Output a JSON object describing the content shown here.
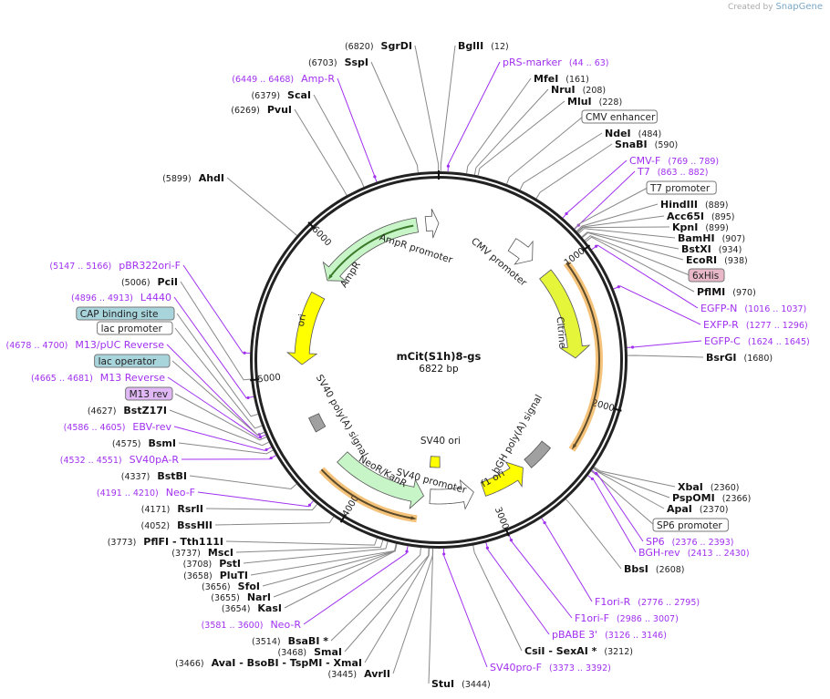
{
  "credit": {
    "prefix": "Created by",
    "brand": "SnapGene"
  },
  "plasmid": {
    "name": "mCit(S1h)8-gs",
    "length": "6822 bp",
    "total_bp": 6822
  },
  "ticks": [
    "1000",
    "2000",
    "3000",
    "4000",
    "5000",
    "6000"
  ],
  "colors": {
    "primer": "#a030f0",
    "ring": "#222222",
    "orange": "#f5c27a",
    "green": "#c8f5c8",
    "yellow": "#ffff00",
    "citrine": "#e5f53a",
    "gray": "#a0a0a0"
  },
  "labels": [
    {
      "kind": "enzyme",
      "name": "SgrDI",
      "loc": "(6820)",
      "bp": 6820
    },
    {
      "kind": "enzyme",
      "name": "BglII",
      "loc": "(12)",
      "bp": 12
    },
    {
      "kind": "primer",
      "name": "pRS-marker",
      "loc": "(44 .. 63)",
      "bp": 53
    },
    {
      "kind": "enzyme",
      "name": "MfeI",
      "loc": "(161)",
      "bp": 161
    },
    {
      "kind": "enzyme",
      "name": "NruI",
      "loc": "(208)",
      "bp": 208
    },
    {
      "kind": "enzyme",
      "name": "MluI",
      "loc": "(228)",
      "bp": 228
    },
    {
      "kind": "feature",
      "name": "CMV enhancer",
      "color": "#ffffff"
    },
    {
      "kind": "enzyme",
      "name": "NdeI",
      "loc": "(484)",
      "bp": 484
    },
    {
      "kind": "enzyme",
      "name": "SnaBI",
      "loc": "(590)",
      "bp": 590
    },
    {
      "kind": "primer",
      "name": "CMV-F",
      "loc": "(769 .. 789)",
      "bp": 779
    },
    {
      "kind": "primer",
      "name": "T7",
      "loc": "(863 .. 882)",
      "bp": 872
    },
    {
      "kind": "feature",
      "name": "T7 promoter",
      "color": "#ffffff"
    },
    {
      "kind": "enzyme",
      "name": "HindIII",
      "loc": "(889)",
      "bp": 889
    },
    {
      "kind": "enzyme",
      "name": "Acc65I",
      "loc": "(895)",
      "bp": 895
    },
    {
      "kind": "enzyme",
      "name": "KpnI",
      "loc": "(899)",
      "bp": 899
    },
    {
      "kind": "enzyme",
      "name": "BamHI",
      "loc": "(907)",
      "bp": 907
    },
    {
      "kind": "enzyme",
      "name": "BstXI",
      "loc": "(934)",
      "bp": 934
    },
    {
      "kind": "enzyme",
      "name": "EcoRI",
      "loc": "(938)",
      "bp": 938
    },
    {
      "kind": "feature",
      "name": "6xHis",
      "color": "#e8b8c8"
    },
    {
      "kind": "enzyme",
      "name": "PflMI",
      "loc": "(970)",
      "bp": 970
    },
    {
      "kind": "primer",
      "name": "EGFP-N",
      "loc": "(1016 .. 1037)",
      "bp": 1026
    },
    {
      "kind": "primer",
      "name": "EXFP-R",
      "loc": "(1277 .. 1296)",
      "bp": 1286
    },
    {
      "kind": "primer",
      "name": "EGFP-C",
      "loc": "(1624 .. 1645)",
      "bp": 1634
    },
    {
      "kind": "enzyme",
      "name": "BsrGI",
      "loc": "(1680)",
      "bp": 1680
    },
    {
      "kind": "enzyme",
      "name": "XbaI",
      "loc": "(2360)",
      "bp": 2360
    },
    {
      "kind": "enzyme",
      "name": "PspOMI",
      "loc": "(2366)",
      "bp": 2366
    },
    {
      "kind": "enzyme",
      "name": "ApaI",
      "loc": "(2370)",
      "bp": 2370
    },
    {
      "kind": "feature",
      "name": "SP6 promoter",
      "color": "#ffffff"
    },
    {
      "kind": "primer",
      "name": "SP6",
      "loc": "(2376 .. 2393)",
      "bp": 2384
    },
    {
      "kind": "primer",
      "name": "BGH-rev",
      "loc": "(2413 .. 2430)",
      "bp": 2421
    },
    {
      "kind": "enzyme",
      "name": "BbsI",
      "loc": "(2608)",
      "bp": 2608
    },
    {
      "kind": "primer",
      "name": "F1ori-R",
      "loc": "(2776 .. 2795)",
      "bp": 2785
    },
    {
      "kind": "primer",
      "name": "F1ori-F",
      "loc": "(2986 .. 3007)",
      "bp": 2996
    },
    {
      "kind": "primer",
      "name": "pBABE 3'",
      "loc": "(3126 .. 3146)",
      "bp": 3136
    },
    {
      "kind": "enzyme",
      "name": "CsiI - SexAI *",
      "loc": "(3212)",
      "bp": 3212
    },
    {
      "kind": "primer",
      "name": "SV40pro-F",
      "loc": "(3373 .. 3392)",
      "bp": 3382
    },
    {
      "kind": "enzyme",
      "name": "StuI",
      "loc": "(3444)",
      "bp": 3444
    },
    {
      "kind": "enzyme",
      "name": "SspI",
      "loc": "(6703)",
      "bp": 6703
    },
    {
      "kind": "primer",
      "name": "Amp-R",
      "loc": "(6449 .. 6468)",
      "bp": 6458
    },
    {
      "kind": "enzyme",
      "name": "ScaI",
      "loc": "(6379)",
      "bp": 6379
    },
    {
      "kind": "enzyme",
      "name": "PvuI",
      "loc": "(6269)",
      "bp": 6269
    },
    {
      "kind": "enzyme",
      "name": "AhdI",
      "loc": "(5899)",
      "bp": 5899
    },
    {
      "kind": "primer",
      "name": "pBR322ori-F",
      "loc": "(5147 .. 5166)",
      "bp": 5156
    },
    {
      "kind": "enzyme",
      "name": "PciI",
      "loc": "(5006)",
      "bp": 5006
    },
    {
      "kind": "primer",
      "name": "L4440",
      "loc": "(4896 .. 4913)",
      "bp": 4904
    },
    {
      "kind": "feature",
      "name": "CAP binding site",
      "color": "#a8d4dc"
    },
    {
      "kind": "feature",
      "name": "lac promoter",
      "color": "#ffffff"
    },
    {
      "kind": "primer",
      "name": "M13/pUC Reverse",
      "loc": "(4678 .. 4700)",
      "bp": 4689
    },
    {
      "kind": "feature",
      "name": "lac operator",
      "color": "#a8d4dc"
    },
    {
      "kind": "primer",
      "name": "M13 Reverse",
      "loc": "(4665 .. 4681)",
      "bp": 4673
    },
    {
      "kind": "feature",
      "name": "M13 rev",
      "color": "#e0b8f5"
    },
    {
      "kind": "enzyme",
      "name": "BstZ17I",
      "loc": "(4627)",
      "bp": 4627
    },
    {
      "kind": "primer",
      "name": "EBV-rev",
      "loc": "(4586 .. 4605)",
      "bp": 4595
    },
    {
      "kind": "enzyme",
      "name": "BsmI",
      "loc": "(4575)",
      "bp": 4575
    },
    {
      "kind": "primer",
      "name": "SV40pA-R",
      "loc": "(4532 .. 4551)",
      "bp": 4541
    },
    {
      "kind": "enzyme",
      "name": "BstBI",
      "loc": "(4337)",
      "bp": 4337
    },
    {
      "kind": "primer",
      "name": "Neo-F",
      "loc": "(4191 .. 4210)",
      "bp": 4200
    },
    {
      "kind": "enzyme",
      "name": "RsrII",
      "loc": "(4171)",
      "bp": 4171
    },
    {
      "kind": "enzyme",
      "name": "BssHII",
      "loc": "(4052)",
      "bp": 4052
    },
    {
      "kind": "enzyme",
      "name": "PflFI - Tth111I",
      "loc": "(3773)",
      "bp": 3773
    },
    {
      "kind": "enzyme",
      "name": "MscI",
      "loc": "(3737)",
      "bp": 3737
    },
    {
      "kind": "enzyme",
      "name": "PstI",
      "loc": "(3708)",
      "bp": 3708
    },
    {
      "kind": "enzyme",
      "name": "PluTI",
      "loc": "(3658)",
      "bp": 3658
    },
    {
      "kind": "enzyme",
      "name": "SfoI",
      "loc": "(3656)",
      "bp": 3656
    },
    {
      "kind": "enzyme",
      "name": "NarI",
      "loc": "(3655)",
      "bp": 3655
    },
    {
      "kind": "enzyme",
      "name": "KasI",
      "loc": "(3654)",
      "bp": 3654
    },
    {
      "kind": "primer",
      "name": "Neo-R",
      "loc": "(3581 .. 3600)",
      "bp": 3590
    },
    {
      "kind": "enzyme",
      "name": "BsaBI *",
      "loc": "(3514)",
      "bp": 3514
    },
    {
      "kind": "enzyme",
      "name": "SmaI",
      "loc": "(3468)",
      "bp": 3468
    },
    {
      "kind": "enzyme",
      "name": "AvaI - BsoBI - TspMI - XmaI",
      "loc": "(3466)",
      "bp": 3466
    },
    {
      "kind": "enzyme",
      "name": "AvrII",
      "loc": "(3445)",
      "bp": 3445
    }
  ],
  "features": [
    {
      "name": "AmpR promoter",
      "start": 6720,
      "end": 6822,
      "dir": 1,
      "color": "#ffffff"
    },
    {
      "name": "CMV promoter",
      "start": 615,
      "end": 818,
      "dir": 1,
      "color": "#ffffff"
    },
    {
      "name": "AmpR",
      "start": 5790,
      "end": 6650,
      "dir": -1,
      "color": "#c8f5c8"
    },
    {
      "name": "ori",
      "start": 5080,
      "end": 5650,
      "dir": -1,
      "color": "#ffff00"
    },
    {
      "name": "Citrine",
      "start": 970,
      "end": 1690,
      "dir": 1,
      "color": "#e5f53a"
    },
    {
      "name": "SV40 poly(A) signal",
      "start": 4540,
      "end": 4660,
      "dir": 0,
      "color": "#a0a0a0"
    },
    {
      "name": "bGH poly(A) signal",
      "start": 2430,
      "end": 2640,
      "dir": 0,
      "color": "#a0a0a0"
    },
    {
      "name": "f1 ori",
      "start": 2690,
      "end": 3050,
      "dir": -1,
      "color": "#ffff00"
    },
    {
      "name": "SV40 ori",
      "start": 3400,
      "end": 3500,
      "dir": 0,
      "color": "#ffff00"
    },
    {
      "name": "SV40 promoter",
      "start": 3130,
      "end": 3480,
      "dir": -1,
      "color": "#ffffff"
    },
    {
      "name": "NeoR/KanR",
      "start": 3530,
      "end": 4260,
      "dir": -1,
      "color": "#c8f5c8"
    }
  ],
  "orfs": [
    {
      "start": 1000,
      "end": 2350,
      "dir": 1
    },
    {
      "start": 3560,
      "end": 4300,
      "dir": -1
    },
    {
      "start": 5800,
      "end": 6620,
      "dir": -1
    }
  ]
}
